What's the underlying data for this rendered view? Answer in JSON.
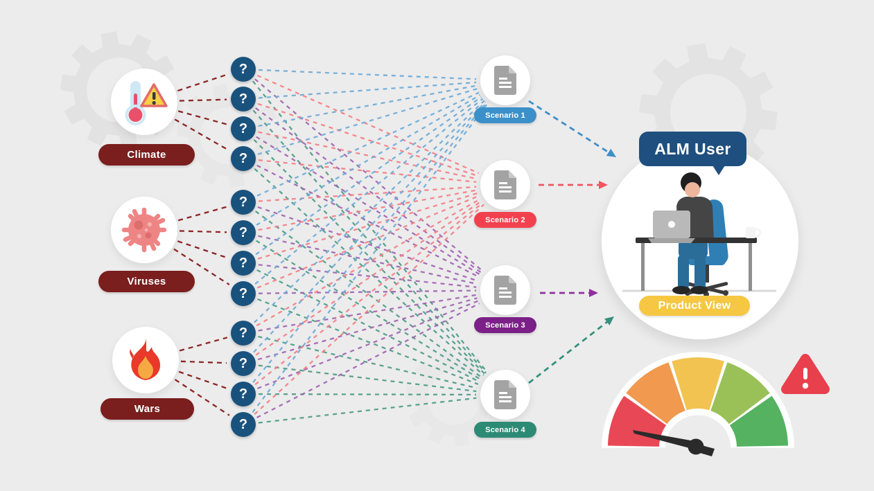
{
  "background": {
    "color": "#ececec",
    "gear_color": "#e2e2e2"
  },
  "sources": [
    {
      "label": "Climate",
      "icon": "thermometer-warning-icon"
    },
    {
      "label": "Viruses",
      "icon": "virus-icon"
    },
    {
      "label": "Wars",
      "icon": "flame-icon"
    }
  ],
  "source_style": {
    "pill_color": "#7a1e1e",
    "text_color": "#ffffff",
    "link_color": "#8c2626"
  },
  "question_nodes": {
    "symbol": "?",
    "per_source": 4,
    "total": 12,
    "color": "#1a527e"
  },
  "scenarios": [
    {
      "label": "Scenario 1",
      "pill_color": "#3c90c9",
      "line_color": "#6fabd8",
      "arrow_color": "#3f8fc6"
    },
    {
      "label": "Scenario 2",
      "pill_color": "#f2414e",
      "line_color": "#f57f86",
      "arrow_color": "#f25560"
    },
    {
      "label": "Scenario 3",
      "pill_color": "#7b2087",
      "line_color": "#a164b2",
      "arrow_color": "#8d2f9e"
    },
    {
      "label": "Scenario 4",
      "pill_color": "#2d8a75",
      "line_color": "#4f9c87",
      "arrow_color": "#35907c"
    }
  ],
  "scenario_doc_icon": {
    "name": "document-icon",
    "color": "#a3a3a3"
  },
  "alm_user": {
    "label": "ALM User",
    "bubble_color": "#1e4f7e",
    "product_label": "Product View",
    "product_color": "#f5c742",
    "illustration": "man-working-at-laptop-desk"
  },
  "gauge": {
    "type": "risk-meter",
    "segment_colors": [
      "#e84855",
      "#f0994f",
      "#f2c351",
      "#9ac058",
      "#54b260"
    ],
    "needle_color": "#2b2b2b",
    "needle_position": "low-red-zone",
    "warning_color": "#e8404d"
  }
}
